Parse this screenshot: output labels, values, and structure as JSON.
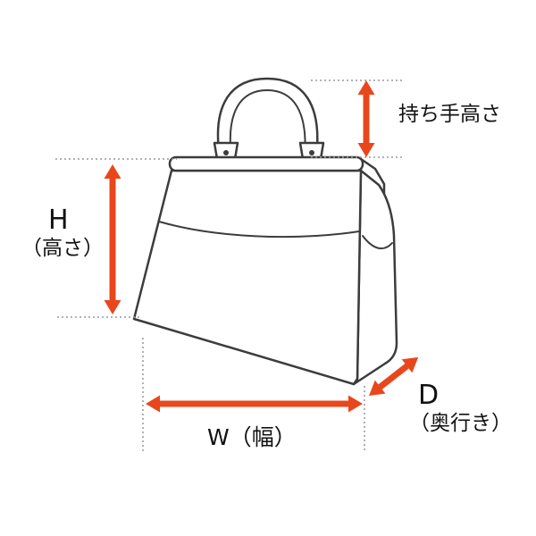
{
  "labels": {
    "handle_height": "持ち手高さ",
    "height_abbr": "H",
    "height_name": "（高さ）",
    "width": "W（幅）",
    "depth_abbr": "D",
    "depth_name": "（奥行き）"
  },
  "colors": {
    "arrow": "#e8471c",
    "outline": "#3c3c3c",
    "guide": "#999999"
  }
}
